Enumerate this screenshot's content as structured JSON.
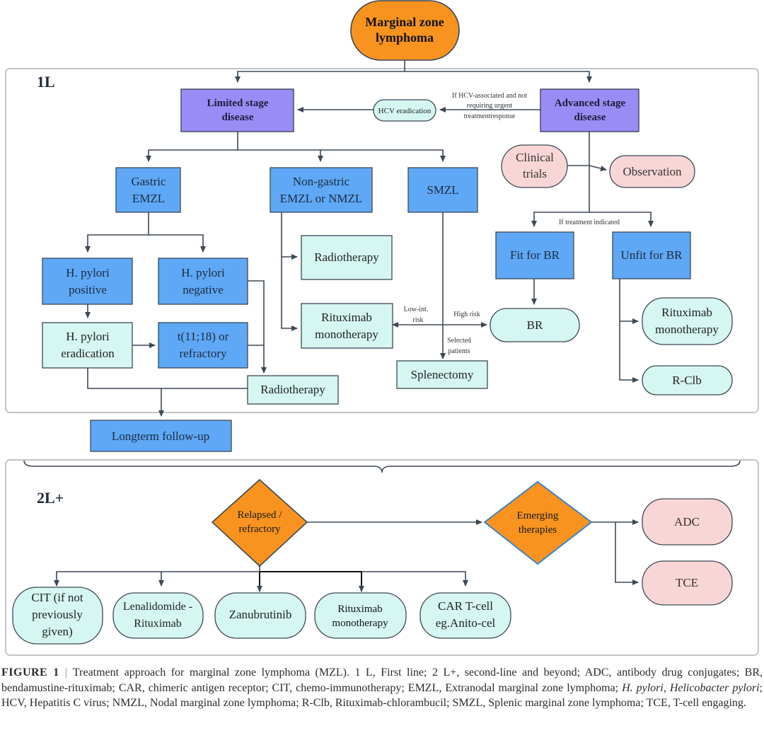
{
  "root": "Marginal zone lymphoma",
  "sections": {
    "first_line": "1L",
    "second_line": "2L+"
  },
  "nodes": {
    "limited_stage": "Limited stage disease",
    "advanced_stage": "Advanced stage disease",
    "hcv_eradication": "HCV eradication",
    "clinical_trials": "Clinical trials",
    "observation": "Observation",
    "gastric_emzl": "Gastric EMZL",
    "nongastric": "Non-gastric EMZL or NMZL",
    "smzl": "SMZL",
    "radiotherapy_1": "Radiotherapy",
    "hp_positive": "H. pylori positive",
    "hp_negative": "H. pylori negative",
    "hp_eradication": "H. pylori eradication",
    "t1118": "t(11;18) or refractory",
    "radiotherapy_2": "Radiotherapy",
    "longterm": "Longterm follow-up",
    "rituximab_mono_1": "Rituximab monotherapy",
    "splenectomy": "Splenectomy",
    "fit_br": "Fit for BR",
    "unfit_br": "Unfit for BR",
    "br": "BR",
    "rituximab_mono_2": "Rituximab monotherapy",
    "r_clb": "R-Clb",
    "relapsed": "Relapsed / refractory",
    "emerging": "Emerging therapies",
    "adc": "ADC",
    "tce": "TCE",
    "cit": "CIT (if not previously given)",
    "len_r": "Lenalidomide - Rituximab",
    "zanu": "Zanubrutinib",
    "rituximab_mono_3": "Rituximab monotherapy",
    "car_t": "CAR T-cell eg.Anito-cel"
  },
  "edge_labels": {
    "hcv_note": "If HCV-associated and not requiring urgent treatmentresponse",
    "if_treatment": "If treatment indicated",
    "low_int": "Low-int. risk",
    "high_risk": "High risk",
    "selected": "Selected patients"
  },
  "caption": {
    "label": "FIGURE 1",
    "text_1": "Treatment approach for marginal zone lymphoma (MZL). 1 L, First line; 2 L+, second-line and beyond; ADC, antibody drug conjugates; BR, bendamustine-rituximab; CAR, chimeric antigen receptor; CIT, chemo-immunotherapy; EMZL, Extranodal marginal zone lymphoma; ",
    "italic_1": "H. pylori",
    "text_2": ", ",
    "italic_2": "Helicobacter pylori",
    "text_3": "; HCV, Hepatitis C virus; NMZL, Nodal marginal zone lymphoma; R-Clb, Rituximab-chlorambucil; SMZL, Splenic marginal zone lymphoma; TCE, T-cell engaging."
  },
  "colors": {
    "root_fill": "#F7931E",
    "stage_fill": "#9A8CF5",
    "blue_fill": "#5FA8F5",
    "mint_fill": "#D6F6F1",
    "pink_fill": "#F9D6D6",
    "diamond_fill": "#F7931E",
    "edge": "#3D4856",
    "frame": "#9AA0A6"
  }
}
